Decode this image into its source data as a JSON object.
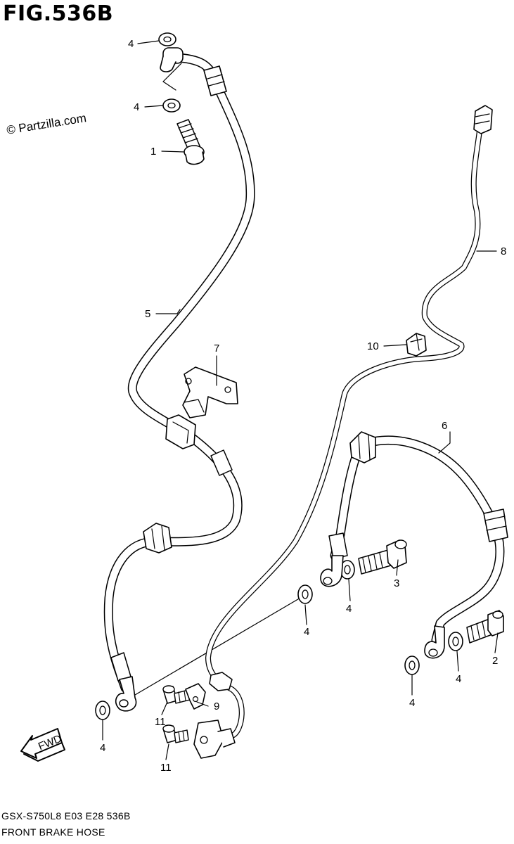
{
  "figure": {
    "title": "FIG.536B",
    "watermark": "© Partzilla.com",
    "model_code": "GSX-S750L8  E03  E28  536B",
    "diagram_name": "FRONT BRAKE HOSE",
    "direction_label": "FWD"
  },
  "callouts": {
    "c1": "1",
    "c2": "2",
    "c3": "3",
    "c4a": "4",
    "c4b": "4",
    "c4c": "4",
    "c4d": "4",
    "c4e": "4",
    "c4f": "4",
    "c4g": "4",
    "c5": "5",
    "c6": "6",
    "c7": "7",
    "c8": "8",
    "c9": "9",
    "c10": "10",
    "c11a": "11",
    "c11b": "11"
  }
}
